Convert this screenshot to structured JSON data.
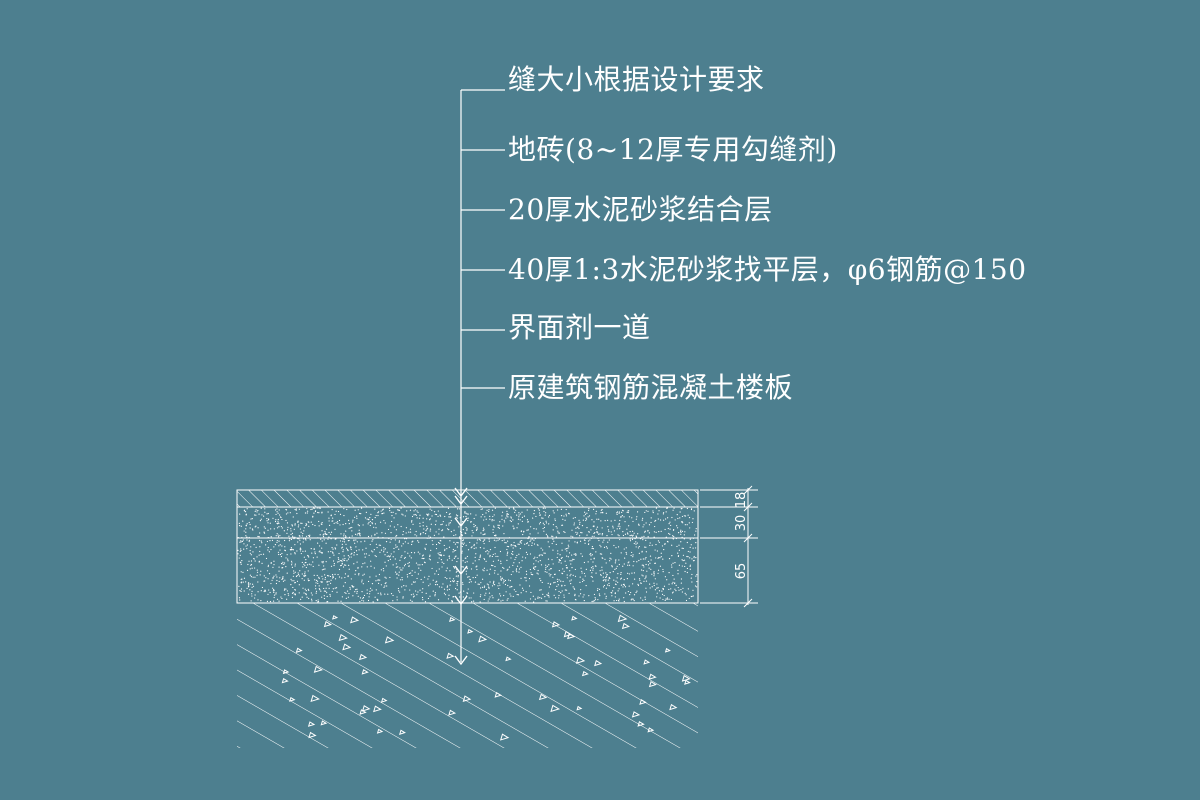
{
  "drawing": {
    "background_color": "#4d7f8f",
    "line_color": "#ffffff",
    "callouts": [
      "缝大小根据设计要求",
      "地砖(8~12厚专用勾缝剂)",
      "20厚水泥砂浆结合层",
      "40厚1:3水泥砂浆找平层，φ6钢筋@150",
      "界面剂一道",
      "原建筑钢筋混凝土楼板"
    ],
    "dimensions": [
      "18",
      "30",
      "65"
    ]
  }
}
